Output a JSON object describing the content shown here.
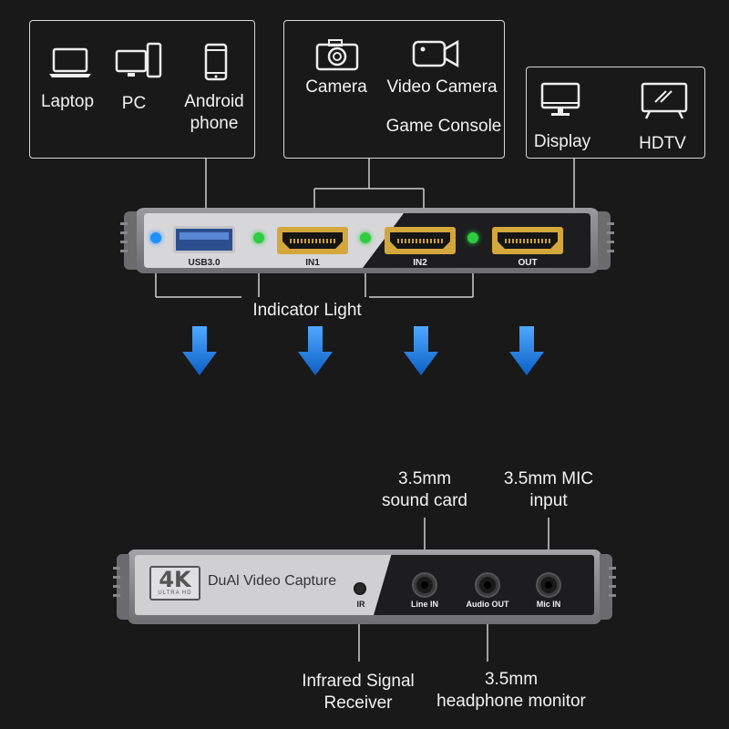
{
  "source_devices": {
    "laptop": "Laptop",
    "pc": "PC",
    "android": "Android\nphone"
  },
  "input_devices": {
    "camera": "Camera",
    "video_camera": "Video Camera",
    "game_console": "Game Console"
  },
  "output_devices": {
    "display": "Display",
    "hdtv": "HDTV"
  },
  "top_device": {
    "ports": {
      "usb": "USB3.0",
      "in1": "IN1",
      "in2": "IN2",
      "out": "OUT"
    },
    "indicator_label": "Indicator Light"
  },
  "bottom_device": {
    "badge_big": "4K",
    "badge_small": "ULTRA HD",
    "name": "DuAl Video Capture",
    "ports": {
      "ir": "IR",
      "line_in": "Line IN",
      "audio_out": "Audio OUT",
      "mic_in": "Mic IN"
    }
  },
  "callouts": {
    "sound_card": "3.5mm\nsound card",
    "mic": "3.5mm MIC\ninput",
    "ir_receiver": "Infrared Signal\nReceiver",
    "headphone": "3.5mm\nheadphone monitor"
  },
  "colors": {
    "background": "#191919",
    "arrow_blue": "#1f7fe0",
    "led_blue": "#1e90ff",
    "led_green": "#2ecc40",
    "hdmi_gold": "#d4a73c",
    "device_gray": "#8a8a8e"
  }
}
